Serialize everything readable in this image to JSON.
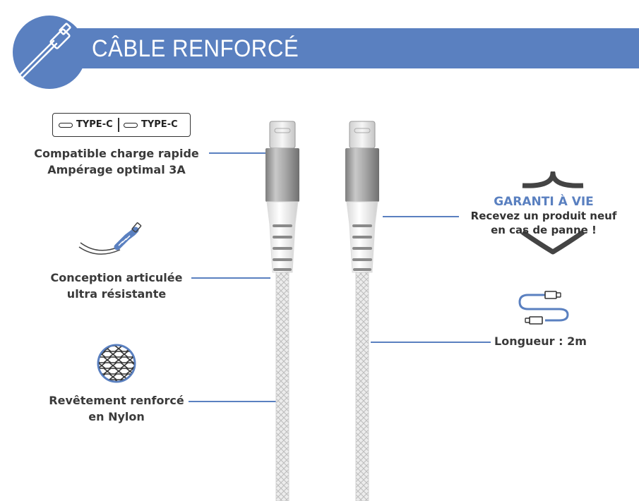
{
  "header": {
    "title": "CÂBLE RENFORCÉ"
  },
  "connector_box": {
    "left_label": "TYPE-C",
    "right_label": "TYPE-C"
  },
  "features": {
    "charge": {
      "line1": "Compatible charge rapide",
      "line2": "Ampérage optimal 3A"
    },
    "design": {
      "line1": "Conception articulée",
      "line2": "ultra résistante"
    },
    "coating": {
      "line1": "Revêtement renforcé",
      "line2": "en Nylon"
    },
    "warranty": {
      "title": "GARANTI À VIE",
      "line1": "Recevez un produit neuf",
      "line2": "en cas de panne !"
    },
    "length": {
      "label": "Longueur : 2m"
    }
  },
  "icons": [
    "cable-plug-icon",
    "usb-c-pill-icon",
    "bent-cable-icon",
    "nylon-mesh-icon",
    "shield-icon",
    "coiled-cable-icon"
  ],
  "colors": {
    "accent": "#5a80c0",
    "text": "#3a3a3a",
    "connector_metal": "#9a9a9a",
    "cable": "#e8e8e8"
  }
}
